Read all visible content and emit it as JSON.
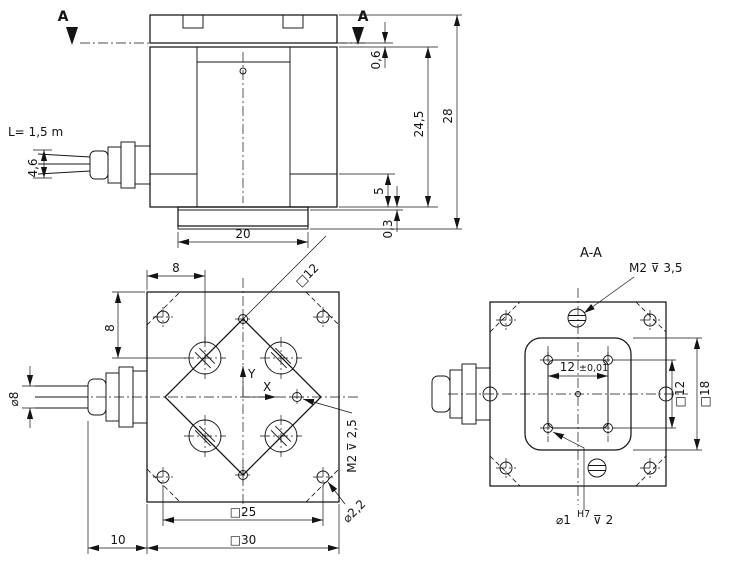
{
  "meta": {
    "background": "#ffffff",
    "line_color": "#141414"
  },
  "front_view": {
    "section_label_left": "A",
    "section_label_right": "A",
    "cable_length": "L= 1,5 m",
    "dim_cable_bundle": "4,6",
    "dim_platform_gap": "0,6",
    "dim_body_height": "24,5",
    "dim_overall_height": "28",
    "dim_base_height": "5",
    "dim_base_gap": "0,3",
    "dim_base_width": "20"
  },
  "plan_view": {
    "dim_screw_offset_x": "8",
    "dim_screw_offset_y": "8",
    "dim_platform_square": "□12",
    "dim_cable_diameter": "⌀8",
    "axis_x": "X",
    "axis_y": "Y",
    "dim_thread": "M2 ⊽ 2,5",
    "dim_corner_hole": "⌀2,2",
    "dim_hole_pattern_square": "□25",
    "dim_outer_square": "□30",
    "dim_connector_length": "10"
  },
  "section_view": {
    "title": "A-A",
    "dim_thread": "M2 ⊽ 3,5",
    "dim_pin_spacing": "12",
    "dim_pin_tolerance": "±0,01",
    "dim_inner_square": "□12",
    "dim_platform_square": "□18",
    "dim_pin_hole": "⌀1",
    "dim_pin_fit": "H7",
    "dim_pin_depth": "⊽ 2"
  }
}
